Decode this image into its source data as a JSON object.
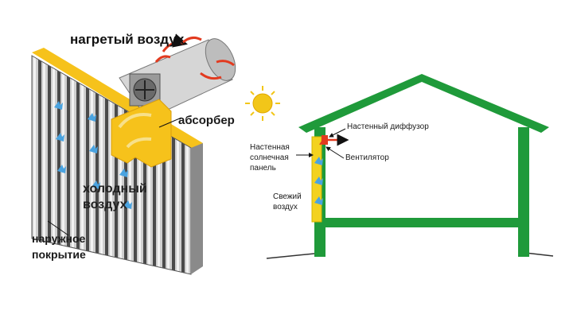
{
  "left_diagram": {
    "heated_air": "нагретый воздух",
    "absorber": "абсорбер",
    "cold_air": "холодный воздух",
    "outer_cover_line1": "наружное",
    "outer_cover_line2": "покрытие"
  },
  "right_diagram": {
    "wall_diffuser": "Настенный диффузор",
    "solar_panel_line1": "Настенная",
    "solar_panel_line2": "солнечная",
    "solar_panel_line3": "панель",
    "fan": "Вентилятор",
    "fresh_air_line1": "Свежий",
    "fresh_air_line2": "воздух"
  },
  "colors": {
    "house_frame": "#1f9a3a",
    "solar_panel": "#f3d21f",
    "absorber": "#f6c21b",
    "warm_arrow": "#e23a1f",
    "cool_arrow": "#4aa3e0",
    "sun": "#f2c619"
  }
}
